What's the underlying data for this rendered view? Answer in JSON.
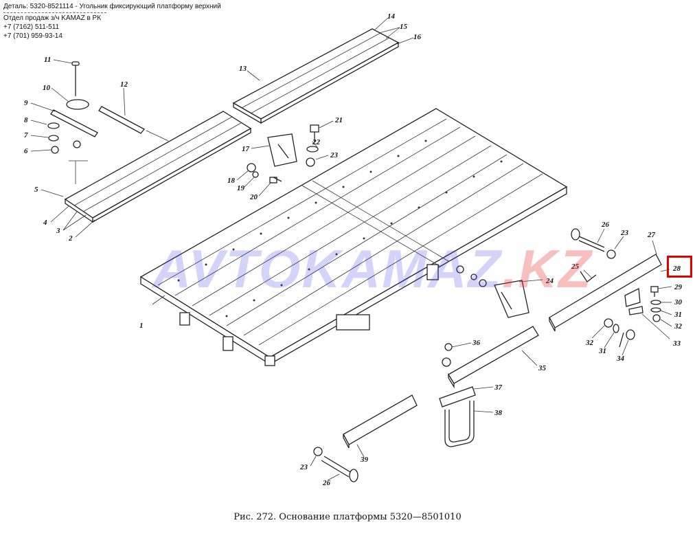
{
  "header": {
    "detail": "Деталь: 5320-8521114 - Угольник фиксирующий платформу верхний",
    "dept": "Отдел продаж з/ч KAMAZ в РК",
    "phone1": "+7 (7162) 511-511",
    "phone2": "+7 (701) 959-93-14"
  },
  "watermark": {
    "main": "AVTOKAMAZ",
    "suffix": ".KZ"
  },
  "caption": "Рис. 272. Основание платформы 5320—8501010",
  "highlight": {
    "label": "28",
    "color": "#e00000"
  },
  "callouts": {
    "c1": "1",
    "c2": "2",
    "c3": "3",
    "c4": "4",
    "c5": "5",
    "c6": "6",
    "c7": "7",
    "c8": "8",
    "c9": "9",
    "c10": "10",
    "c11": "11",
    "c12": "12",
    "c13": "13",
    "c14": "14",
    "c15": "15",
    "c16": "16",
    "c17": "17",
    "c18": "18",
    "c19": "19",
    "c20": "20",
    "c21": "21",
    "c22": "22",
    "c23a": "23",
    "c23b": "23",
    "c23c": "23",
    "c24": "24",
    "c25": "25",
    "c26a": "26",
    "c26b": "26",
    "c27": "27",
    "c28": "28",
    "c29": "29",
    "c30": "30",
    "c31a": "31",
    "c31b": "31",
    "c32a": "32",
    "c32b": "32",
    "c33": "33",
    "c34": "34",
    "c35": "35",
    "c36": "36",
    "c37": "37",
    "c38": "38",
    "c39": "39"
  }
}
